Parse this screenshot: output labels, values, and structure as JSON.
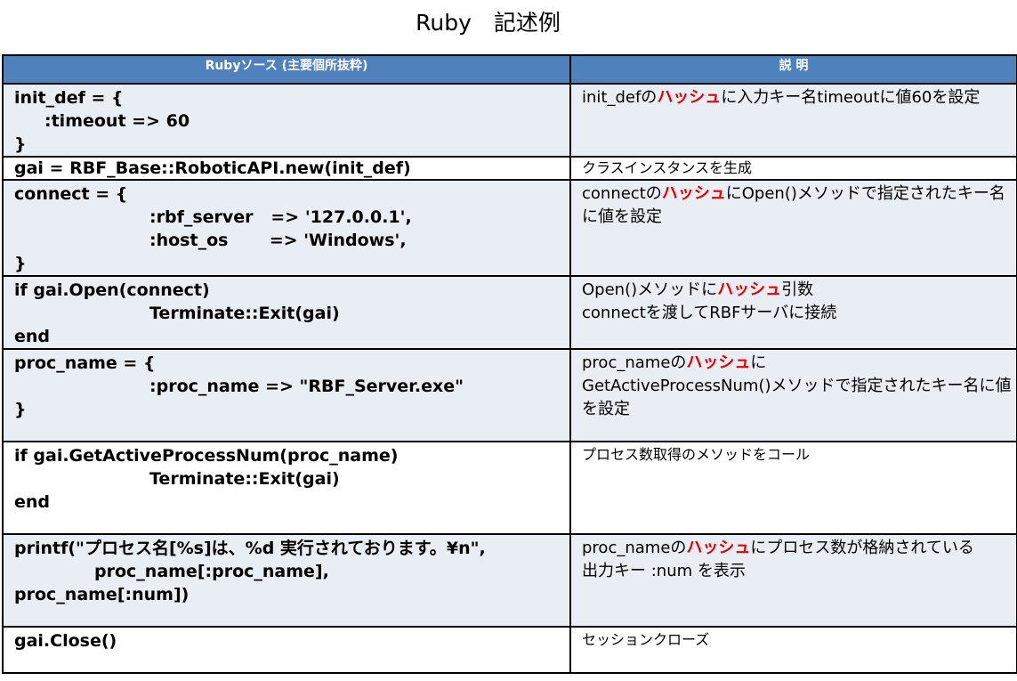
{
  "title": "Ruby　記述例",
  "header": {
    "source_col": "Rubyソース (主要個所抜粋)",
    "desc_col": "説 明"
  },
  "highlight_color": "#e00000",
  "header_color": "#4f81bd",
  "rows": [
    {
      "code": [
        "init_def = {",
        ":timeout => 60",
        "}"
      ],
      "desc": {
        "pre": "init_defの",
        "hl": "ハッシュ",
        "post": "に入力キー名timeoutに値60を設定"
      }
    },
    {
      "code": [
        "gai = RBF_Base::RoboticAPI.new(init_def)"
      ],
      "desc": {
        "text": "クラスインスタンスを生成"
      }
    },
    {
      "code": [
        "connect = {",
        ":rbf_server   => '127.0.0.1',",
        ":host_os       => 'Windows',",
        "}"
      ],
      "desc": {
        "pre": "connectの",
        "hl": "ハッシュ",
        "post": "にOpen()メソッドで指定されたキー名に値を設定"
      }
    },
    {
      "code": [
        "if gai.Open(connect)",
        "Terminate::Exit(gai)",
        "end"
      ],
      "desc": {
        "pre": "Open()メソッドに",
        "hl": "ハッシュ",
        "post": "引数",
        "line2": "connectを渡してRBFサーバに接続"
      }
    },
    {
      "code": [
        "proc_name = {",
        ":proc_name => \"RBF_Server.exe\"",
        "}"
      ],
      "desc": {
        "pre": "proc_nameの",
        "hl": "ハッシュ",
        "post": "に",
        "line2": "GetActiveProcessNum()メソッドで指定されたキー名に値を設定"
      }
    },
    {
      "code": [
        "if gai.GetActiveProcessNum(proc_name)",
        "Terminate::Exit(gai)",
        "end"
      ],
      "desc": {
        "text": "プロセス数取得のメソッドをコール"
      }
    },
    {
      "code": [
        "printf(\"プロセス名[%s]は、%d 実行されております。¥n\",",
        "proc_name[:proc_name],",
        "proc_name[:num])"
      ],
      "desc": {
        "pre": "proc_nameの",
        "hl": "ハッシュ",
        "post": "にプロセス数が格納されている",
        "line2": "出力キー :num を表示"
      }
    },
    {
      "code": [
        "gai.Close()"
      ],
      "desc": {
        "text": "セッションクローズ"
      }
    }
  ]
}
